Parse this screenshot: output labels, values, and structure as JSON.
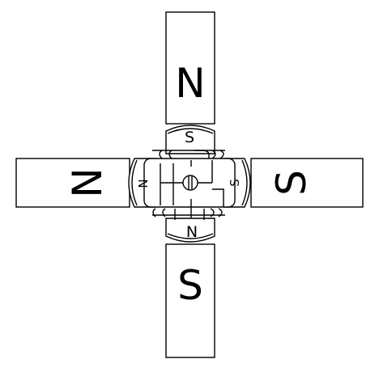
{
  "stator_poles": {
    "top": "N",
    "left": "N",
    "right": "S",
    "bottom": "S"
  },
  "rotor_labels": {
    "top": "S",
    "left": "N",
    "right": "S",
    "bottom": "N"
  }
}
